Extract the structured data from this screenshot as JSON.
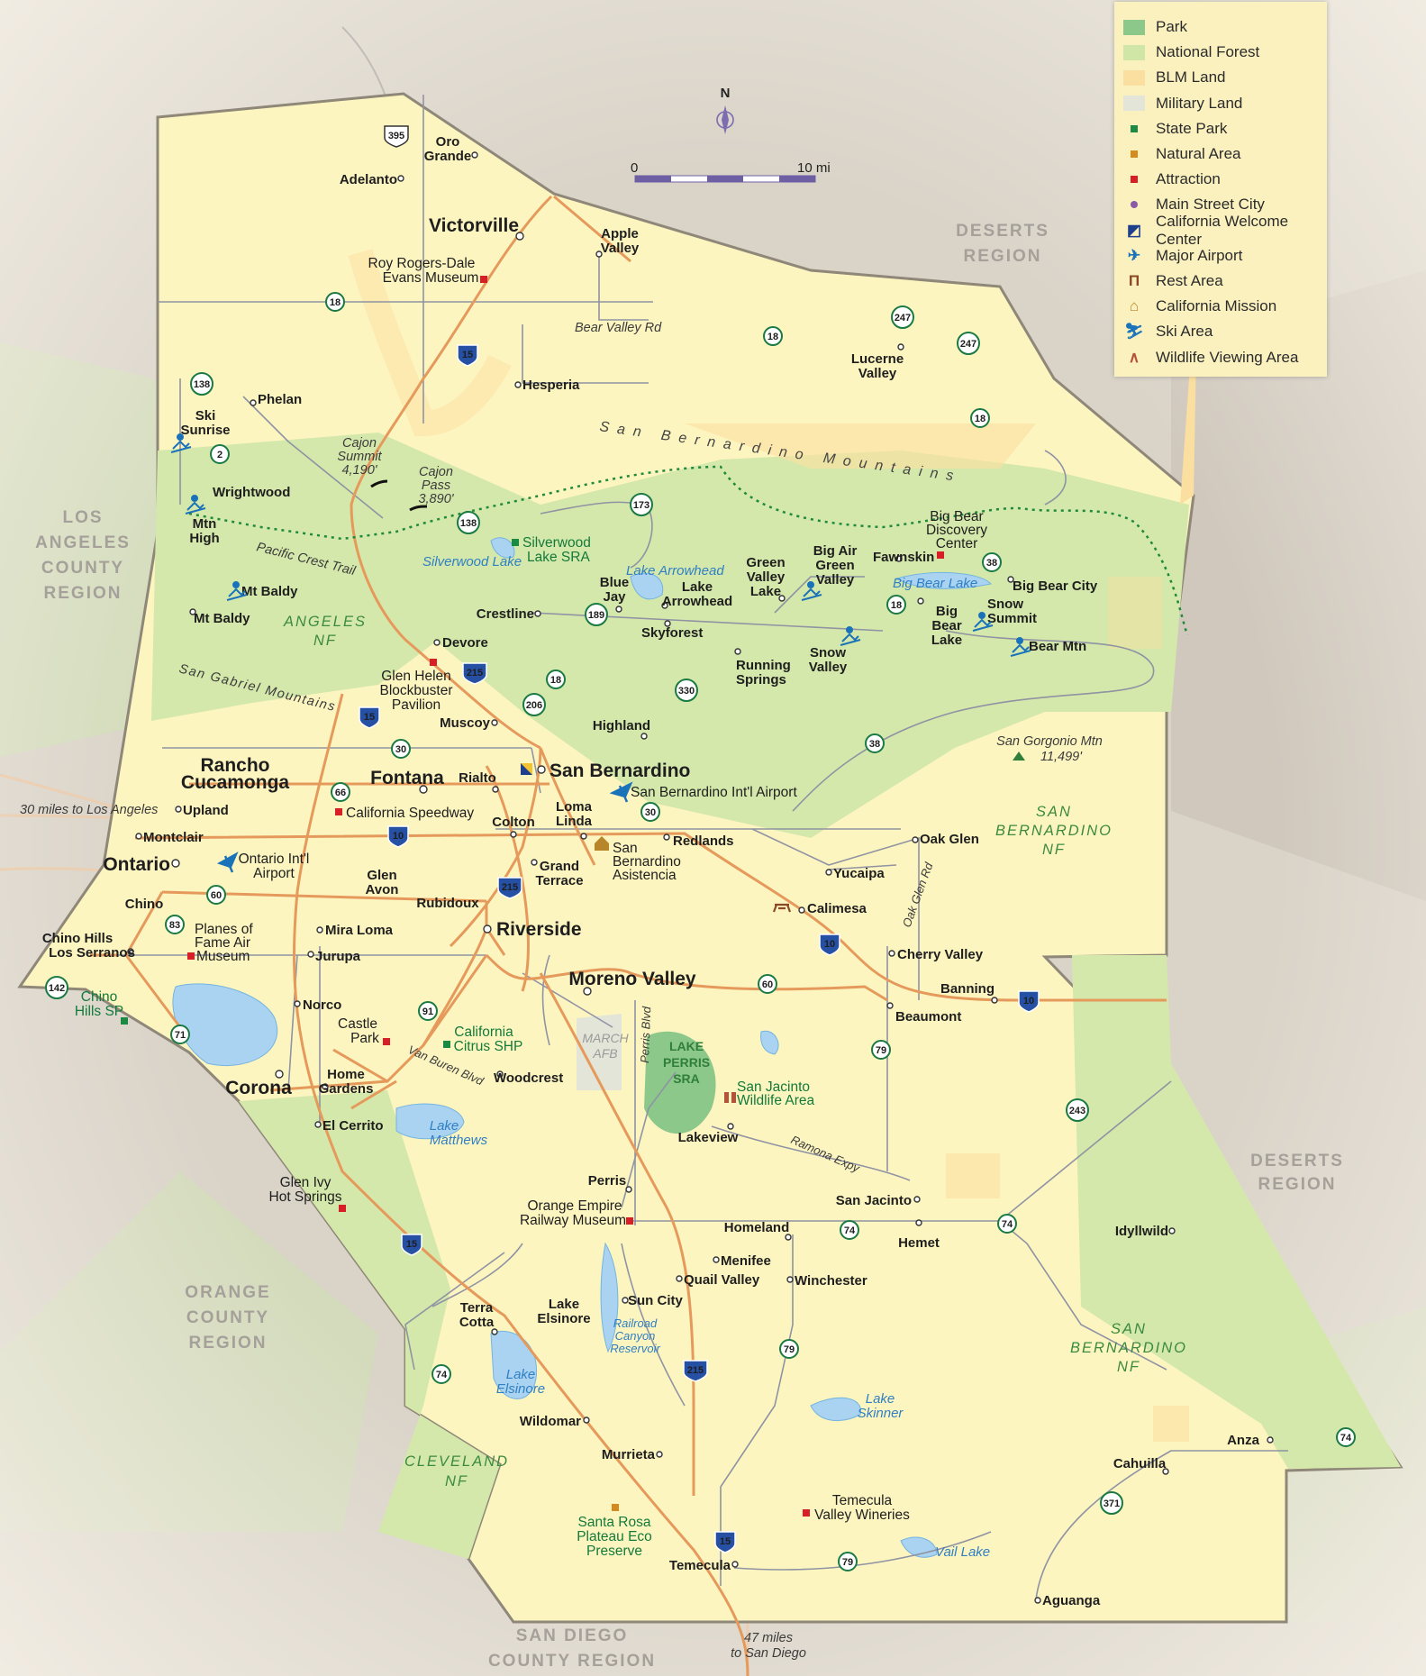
{
  "legend": {
    "items": [
      {
        "label": "Park",
        "icon": "green-square",
        "color": "#8dc88b"
      },
      {
        "label": "National Forest",
        "icon": "light-green-square",
        "color": "#cfe6a6"
      },
      {
        "label": "BLM Land",
        "icon": "tan-square",
        "color": "#fbdfa0"
      },
      {
        "label": "Military Land",
        "icon": "gray-square",
        "color": "#e3e5d9"
      },
      {
        "label": "State Park",
        "icon": "green-marker",
        "color": "#1b8a43"
      },
      {
        "label": "Natural Area",
        "icon": "orange-marker",
        "color": "#d48a1c"
      },
      {
        "label": "Attraction",
        "icon": "red-marker",
        "color": "#d61f26"
      },
      {
        "label": "Main Street City",
        "icon": "purple-dot",
        "color": "#8a5aa8"
      },
      {
        "label": "California Welcome Center",
        "icon": "welcome-center-icon",
        "color": "#1d3f8c"
      },
      {
        "label": "Major Airport",
        "icon": "airplane-icon",
        "color": "#1a73b9"
      },
      {
        "label": "Rest Area",
        "icon": "picnic-table-icon",
        "color": "#8b4a25"
      },
      {
        "label": "California Mission",
        "icon": "mission-icon",
        "color": "#b8862a"
      },
      {
        "label": "Ski Area",
        "icon": "skier-icon",
        "color": "#1a73b9"
      },
      {
        "label": "Wildlife Viewing Area",
        "icon": "binoculars-icon",
        "color": "#b5533a"
      }
    ]
  },
  "compass": {
    "label": "N"
  },
  "scale": {
    "start": "0",
    "end": "10 mi"
  },
  "regions": {
    "deserts1": [
      "DESERTS",
      "REGION"
    ],
    "deserts2": [
      "DESERTS",
      "REGION"
    ],
    "los_angeles": [
      "LOS",
      "ANGELES",
      "COUNTY",
      "REGION"
    ],
    "orange": [
      "ORANGE",
      "COUNTY",
      "REGION"
    ],
    "san_diego": [
      "SAN DIEGO",
      "COUNTY REGION"
    ]
  },
  "forests": {
    "angeles": [
      "ANGELES",
      "NF"
    ],
    "sbnf1": [
      "SAN",
      "BERNARDINO",
      "NF"
    ],
    "sbnf2": [
      "SAN",
      "BERNARDINO",
      "NF"
    ],
    "cleveland": [
      "CLEVELAND",
      "NF"
    ],
    "march": [
      "MARCH",
      "AFB"
    ],
    "perris": [
      "LAKE",
      "PERRIS",
      "SRA"
    ]
  },
  "mountains": {
    "sbm": "San Bernardino Mountains",
    "sgm": "San Gabriel Mountains",
    "gorgonio": [
      "San Gorgonio Mtn",
      "11,499'"
    ],
    "cajon_summit": [
      "Cajon",
      "Summit",
      "4,190'"
    ],
    "cajon_pass": [
      "Cajon",
      "Pass",
      "3,890'"
    ]
  },
  "roads": {
    "bear_valley": "Bear Valley Rd",
    "pct": "Pacific Crest Trail",
    "oak_glen": "Oak Glen Rd",
    "perris_blvd": "Perris Blvd",
    "van_buren": "Van Buren Blvd",
    "ramona": "Ramona Expy",
    "to_la": "30 miles to Los Angeles",
    "to_sd": [
      "47 miles",
      "to San Diego"
    ]
  },
  "shields": {
    "i15a": "15",
    "i15b": "15",
    "i15c": "15",
    "i15d": "15",
    "i215a": "215",
    "i215b": "215",
    "i215c": "215",
    "i10a": "10",
    "i10b": "10",
    "i10c": "10",
    "us395": "395",
    "s18a": "18",
    "s18b": "18",
    "s18c": "18",
    "s18d": "18",
    "s18e": "18",
    "s247a": "247",
    "s247b": "247",
    "s138a": "138",
    "s138b": "138",
    "s2": "2",
    "s173": "173",
    "s189": "189",
    "s38a": "38",
    "s38b": "38",
    "s330": "330",
    "s206": "206",
    "s30a": "30",
    "s30b": "30",
    "s66": "66",
    "s60a": "60",
    "s60b": "60",
    "s83": "83",
    "s142": "142",
    "s71": "71",
    "s91": "91",
    "s79a": "79",
    "s79b": "79",
    "s79c": "79",
    "s243": "243",
    "s74a": "74",
    "s74b": "74",
    "s74c": "74",
    "s74d": "74",
    "s371": "371"
  },
  "cities": {
    "oro": [
      "Oro",
      "Grande"
    ],
    "adelanto": "Adelanto",
    "victorville": "Victorville",
    "apple": [
      "Apple",
      "Valley"
    ],
    "hesperia": "Hesperia",
    "lucerne": [
      "Lucerne",
      "Valley"
    ],
    "phelan": "Phelan",
    "ski": [
      "Ski",
      "Sunrise"
    ],
    "wrightwood": "Wrightwood",
    "mtnhigh": [
      "Mtn",
      "High"
    ],
    "crestline": "Crestline",
    "blue": [
      "Blue",
      "Jay"
    ],
    "lakearr": [
      "Lake",
      "Arrowhead"
    ],
    "skyforest": "Skyforest",
    "green": [
      "Green",
      "Valley",
      "Lake"
    ],
    "running": [
      "Running",
      "Springs"
    ],
    "bigair": [
      "Big Air",
      "Green",
      "Valley"
    ],
    "snowv": [
      "Snow",
      "Valley"
    ],
    "fawnskin": "Fawnskin",
    "bbl": [
      "Big",
      "Bear",
      "Lake"
    ],
    "bbc": "Big Bear City",
    "snows": [
      "Snow",
      "Summit"
    ],
    "bearmtn": "Bear Mtn",
    "mtbaldy1": "Mt Baldy",
    "mtbaldy2": "Mt Baldy",
    "devore": "Devore",
    "muscoy": "Muscoy",
    "highland": "Highland",
    "rancho": [
      "Rancho",
      "Cucamonga"
    ],
    "fontana": "Fontana",
    "rialto": "Rialto",
    "sanb": "San Bernardino",
    "upland": "Upland",
    "montclair": "Montclair",
    "ontario": "Ontario",
    "colton": "Colton",
    "loma": [
      "Loma",
      "Linda"
    ],
    "redlands": "Redlands",
    "yucaipa": "Yucaipa",
    "oakglen": "Oak Glen",
    "glenavon": [
      "Glen",
      "Avon"
    ],
    "grand": [
      "Grand",
      "Terrace"
    ],
    "chino": "Chino",
    "rubidoux": "Rubidoux",
    "calimesa": "Calimesa",
    "miraloma": "Mira Loma",
    "riverside": "Riverside",
    "chinohills": "Chino Hills",
    "losserranos": "Los Serranos",
    "jurupa": "Jurupa",
    "cherry": "Cherry Valley",
    "norco": "Norco",
    "moreno": "Moreno Valley",
    "banning": "Banning",
    "beaumont": "Beaumont",
    "corona": "Corona",
    "home": [
      "Home",
      "Gardens"
    ],
    "woodcrest": "Woodcrest",
    "elcerrito": "El Cerrito",
    "lakeview": "Lakeview",
    "perris": "Perris",
    "sanjacinto": "San Jacinto",
    "homeland": "Homeland",
    "hemet": "Hemet",
    "idyllwild": "Idyllwild",
    "menifee": "Menifee",
    "quail": "Quail Valley",
    "winchester": "Winchester",
    "suncity": "Sun City",
    "terra": [
      "Terra",
      "Cotta"
    ],
    "lakeels": [
      "Lake",
      "Elsinore"
    ],
    "wildomar": "Wildomar",
    "murrieta": "Murrieta",
    "temecula": "Temecula",
    "anza": "Anza",
    "cahuilla": "Cahuilla",
    "aguanga": "Aguanga"
  },
  "poi": {
    "roy": [
      "Roy Rogers-Dale",
      "Evans Museum"
    ],
    "silverwood": [
      "Silverwood",
      "Lake SRA"
    ],
    "bbdc": [
      "Big Bear",
      "Discovery",
      "Center"
    ],
    "glenhelen": [
      "Glen Helen",
      "Blockbuster",
      "Pavilion"
    ],
    "sbairport": "San Bernardino Int'l Airport",
    "speedway": "California Speedway",
    "ontairport": [
      "Ontario Int'l",
      "Airport"
    ],
    "asistencia": [
      "San",
      "Bernardino",
      "Asistencia"
    ],
    "planes": [
      "Planes of",
      "Fame Air",
      "Museum"
    ],
    "chinohillssp": [
      "Chino",
      "Hills SP"
    ],
    "castle": [
      "Castle",
      "Park"
    ],
    "citrus": [
      "California",
      "Citrus SHP"
    ],
    "sanjacwild": [
      "San Jacinto",
      "Wildlife Area"
    ],
    "glenivy": [
      "Glen Ivy",
      "Hot Springs"
    ],
    "orangeemp": [
      "Orange Empire",
      "Railway Museum"
    ],
    "santarosa": [
      "Santa Rosa",
      "Plateau Eco",
      "Preserve"
    ],
    "temwine": [
      "Temecula",
      "Valley Wineries"
    ]
  },
  "water": {
    "silverwood": "Silverwood Lake",
    "arrowhead": "Lake Arrowhead",
    "bigbear": "Big Bear Lake",
    "matthews": [
      "Lake",
      "Matthews"
    ],
    "railroad": [
      "Railroad",
      "Canyon",
      "Reservoir"
    ],
    "elsinore": [
      "Lake",
      "Elsinore"
    ],
    "skinner": [
      "Lake",
      "Skinner"
    ],
    "vail": "Vail Lake"
  }
}
